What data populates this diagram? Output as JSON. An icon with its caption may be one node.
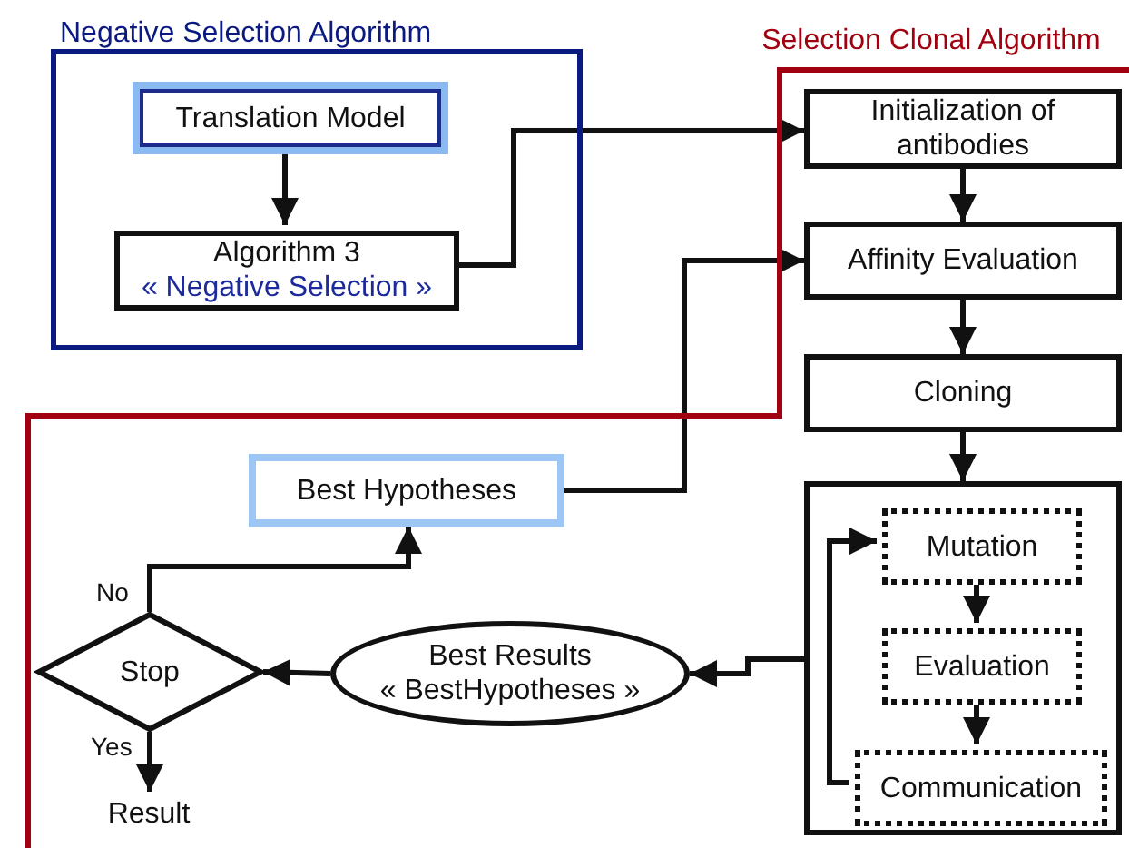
{
  "diagram": {
    "nodes": [
      {
        "text": [
          "Negative Selection Algorithm"
        ]
      },
      {
        "text": [
          "Translation Model"
        ],
        "in": 0
      },
      {
        "text": [
          "Algorithm 3",
          "« Negative Selection »"
        ],
        "in": 0
      },
      {
        "text": [
          "Selection Clonal Algorithm"
        ]
      },
      {
        "text": [
          "Initialization of antibodies"
        ]
      },
      {
        "text": [
          "Affinity Evaluation"
        ]
      },
      {
        "text": [
          "Cloning"
        ]
      },
      {
        "text": [],
        "shape": "box"
      },
      {
        "text": [
          "Mutation"
        ],
        "in": 7
      },
      {
        "text": [
          "Evaluation"
        ],
        "in": 7
      },
      {
        "text": [
          "Communication"
        ],
        "in": 7
      },
      {
        "text": [
          "Best Results",
          "« BestHypotheses »"
        ]
      },
      {
        "text": [
          "Stop"
        ]
      },
      {
        "text": [
          "Best Hypotheses"
        ]
      },
      {
        "text": [
          "Result"
        ]
      }
    ],
    "edges": [
      {
        "from": 1,
        "to": 2,
        "arrow": "to"
      },
      {
        "from": 2,
        "to": 4,
        "arrow": "to"
      },
      {
        "from": 4,
        "to": 5,
        "arrow": "to"
      },
      {
        "from": 5,
        "to": 6,
        "arrow": "to"
      },
      {
        "from": 6,
        "to": 7,
        "arrow": "to"
      },
      {
        "from": 8,
        "to": 9,
        "arrow": "to"
      },
      {
        "from": 9,
        "to": 10,
        "arrow": "to"
      },
      {
        "from": 10,
        "to": 8,
        "arrow": "to"
      },
      {
        "from": 7,
        "to": 11,
        "arrow": "to"
      },
      {
        "from": 11,
        "to": 12,
        "arrow": "to"
      },
      {
        "from": 12,
        "to": 13,
        "arrow": "to",
        "label": "No"
      },
      {
        "from": 12,
        "to": 14,
        "arrow": "to",
        "label": "Yes"
      },
      {
        "from": 13,
        "to": 5,
        "arrow": "to"
      }
    ]
  }
}
